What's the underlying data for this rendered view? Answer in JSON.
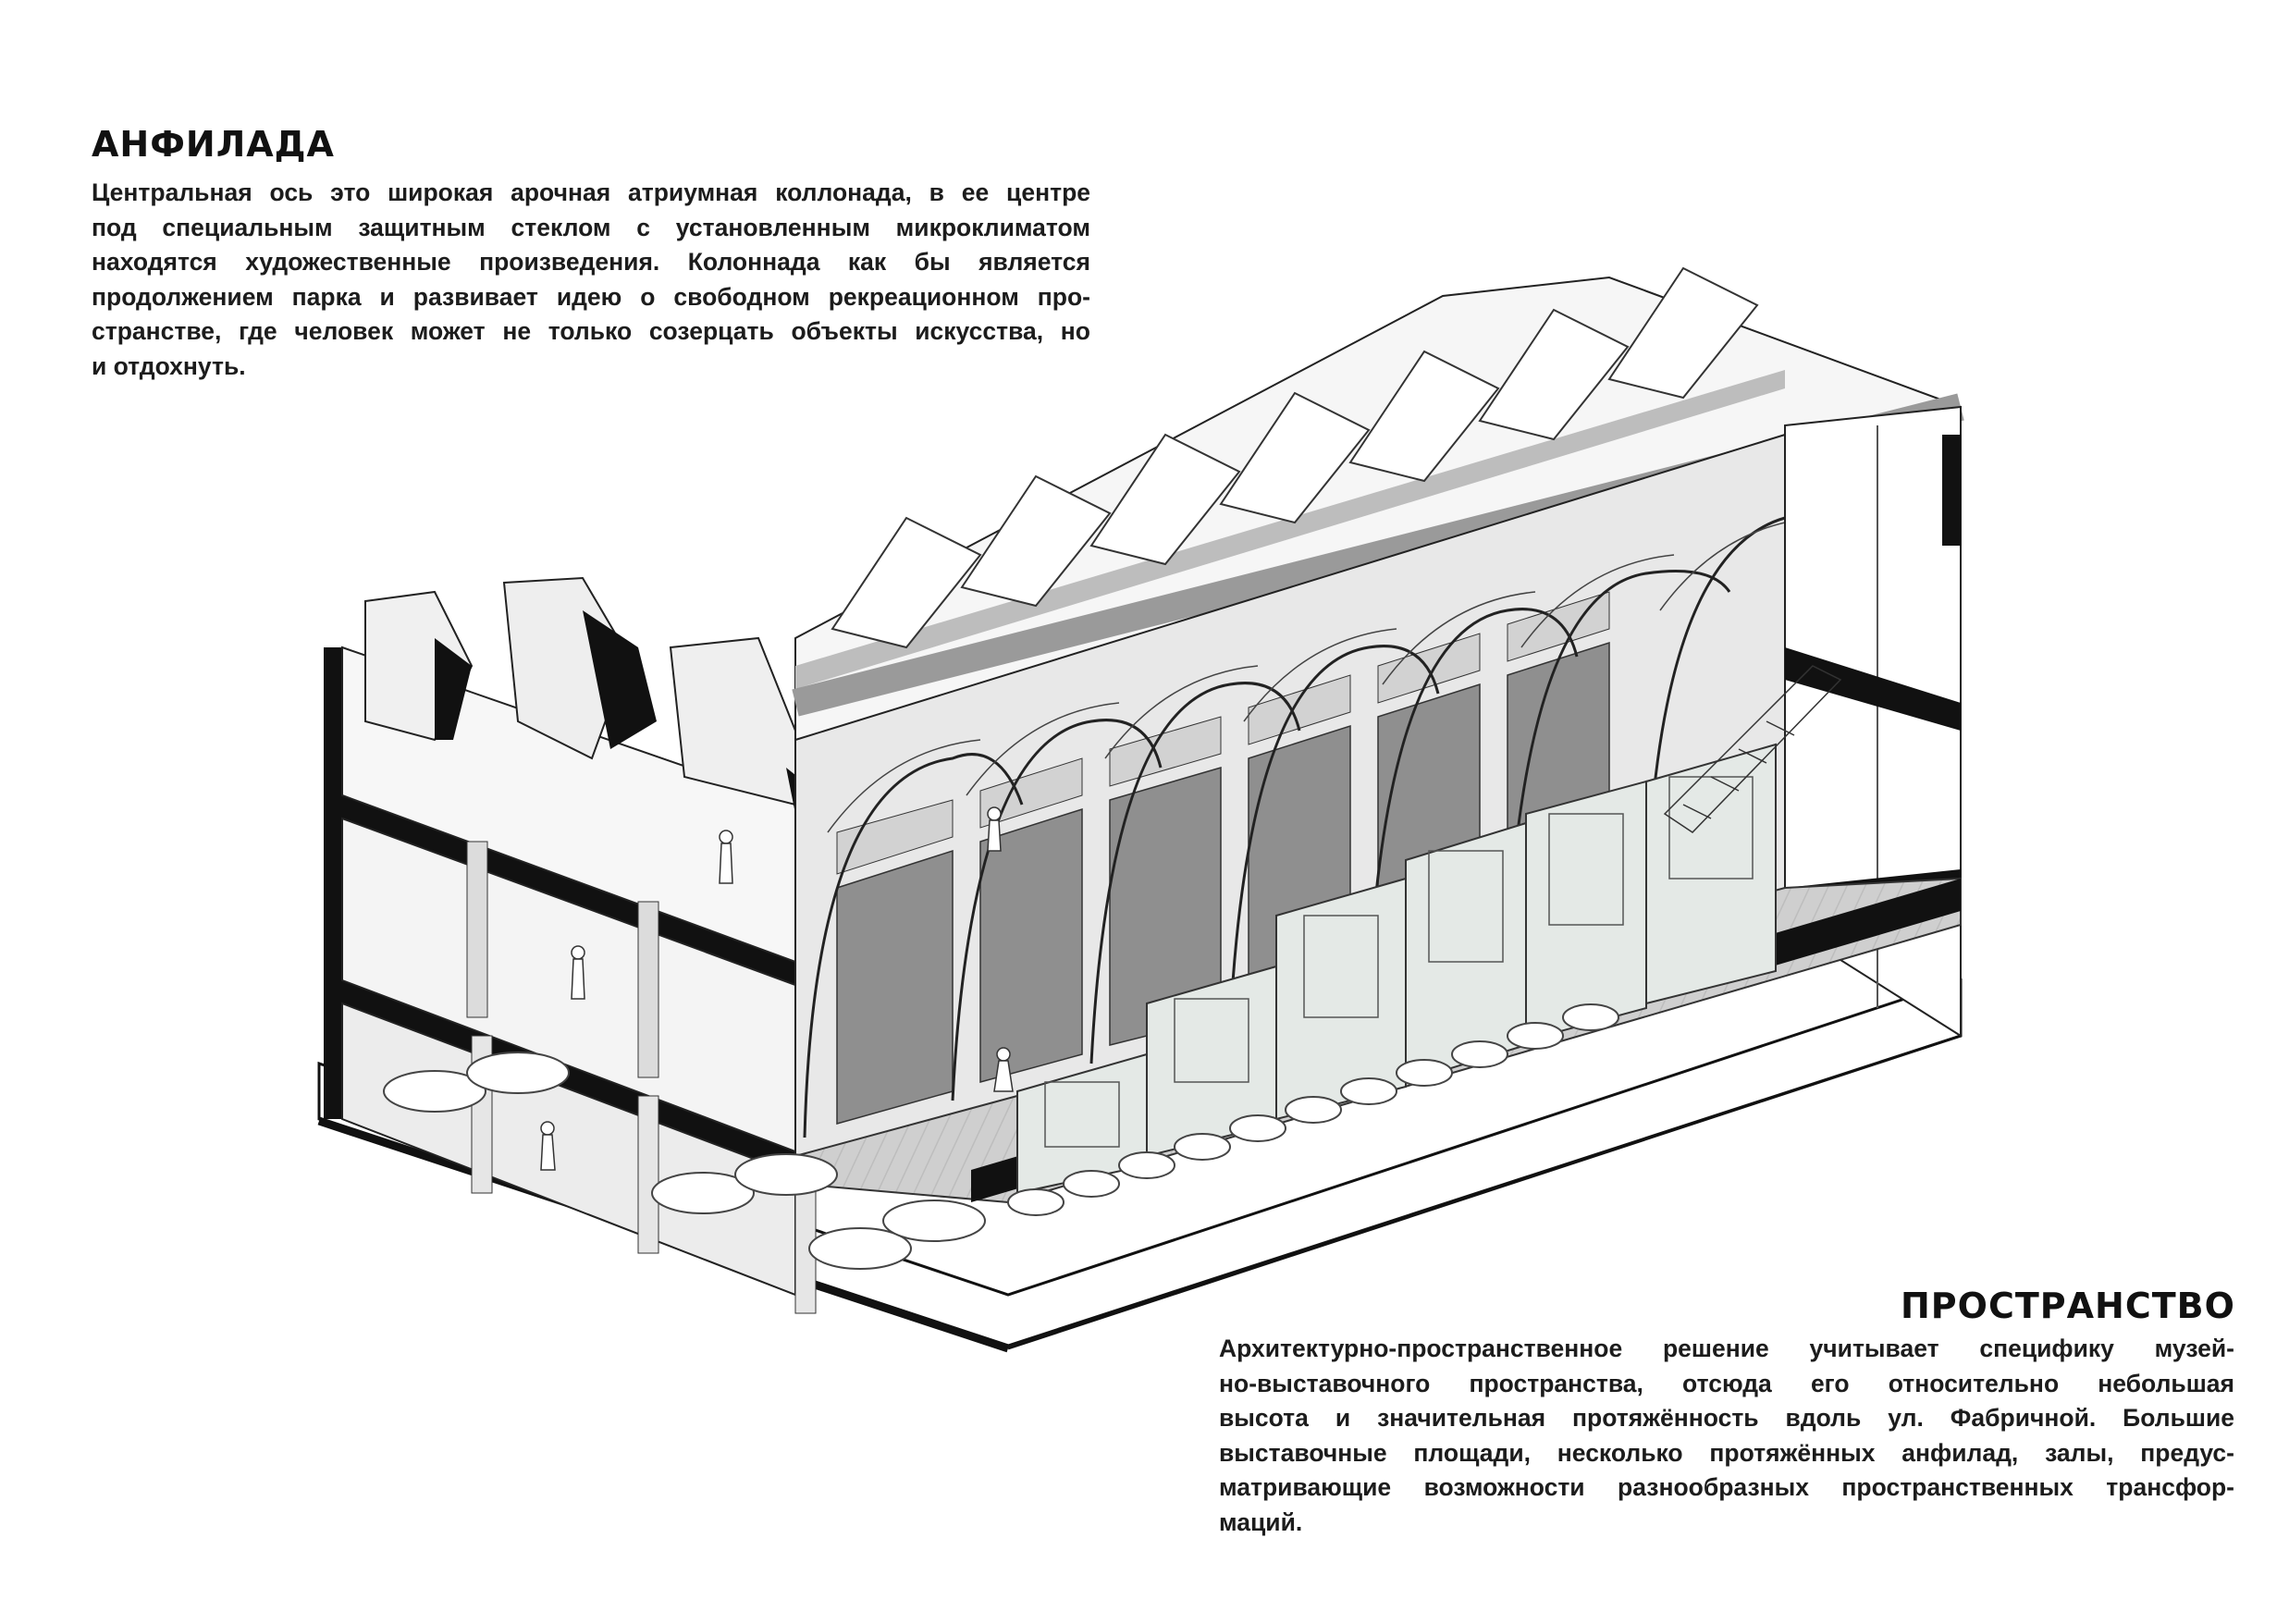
{
  "section_anfilada": {
    "title": "АНФИЛАДА",
    "lines": [
      "Центральная ось это широкая арочная атриумная коллонада, в ее центре",
      "под специальным защитным стеклом с установленным микроклиматом",
      "находятся художественные произведения. Колоннада как бы является",
      "продолжением парка и развивает идею о свободном рекреационном про-",
      "странстве, где человек может не только созерцать объекты искусства, но",
      "и отдохнуть."
    ]
  },
  "section_prostranstvo": {
    "title": "ПРОСТРАНСТВО",
    "lines": [
      "Архитектурно-пространственное решение учитывает специфику музей-",
      "но-выставочного пространства, отсюда его относительно небольшая",
      "высота и значительная протяжённость вдоль ул. Фабричной. Большие",
      "выставочные площади, несколько протяжённых анфилад, залы, предус-",
      "матривающие  возможности разнообразных пространственных трансфор-",
      "маций."
    ]
  },
  "drawing": {
    "type": "axonometric section of a museum building",
    "colors": {
      "ink": "#111111",
      "wall": "#f2f2f2",
      "shade": "#b5b5b5",
      "deep": "#8a8a8a",
      "glass": "#e4e9e6"
    }
  }
}
